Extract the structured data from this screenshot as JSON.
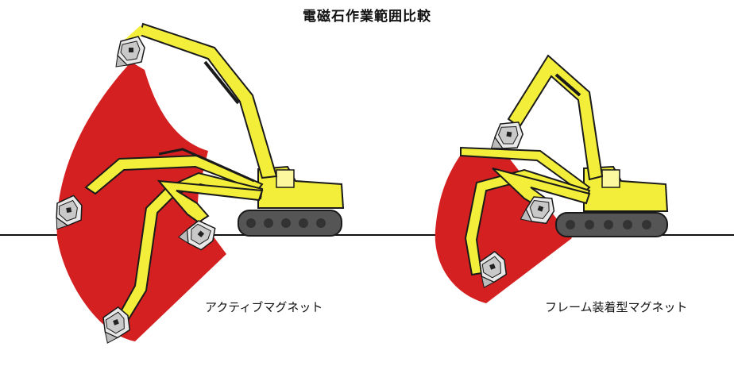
{
  "title": "電磁石作業範囲比較",
  "diagrams": {
    "left": {
      "label": "アクティブマグネット"
    },
    "right": {
      "label": "フレーム装着型マグネット"
    }
  },
  "colors": {
    "work_range": "#d42020",
    "machine_body": "#f3ee3a",
    "outline": "#1a1a1a",
    "magnet": "#e8e8e8",
    "track": "#555555",
    "ground": "#111111"
  },
  "icons": [
    "excavator-icon",
    "magnet-attachment-icon"
  ]
}
